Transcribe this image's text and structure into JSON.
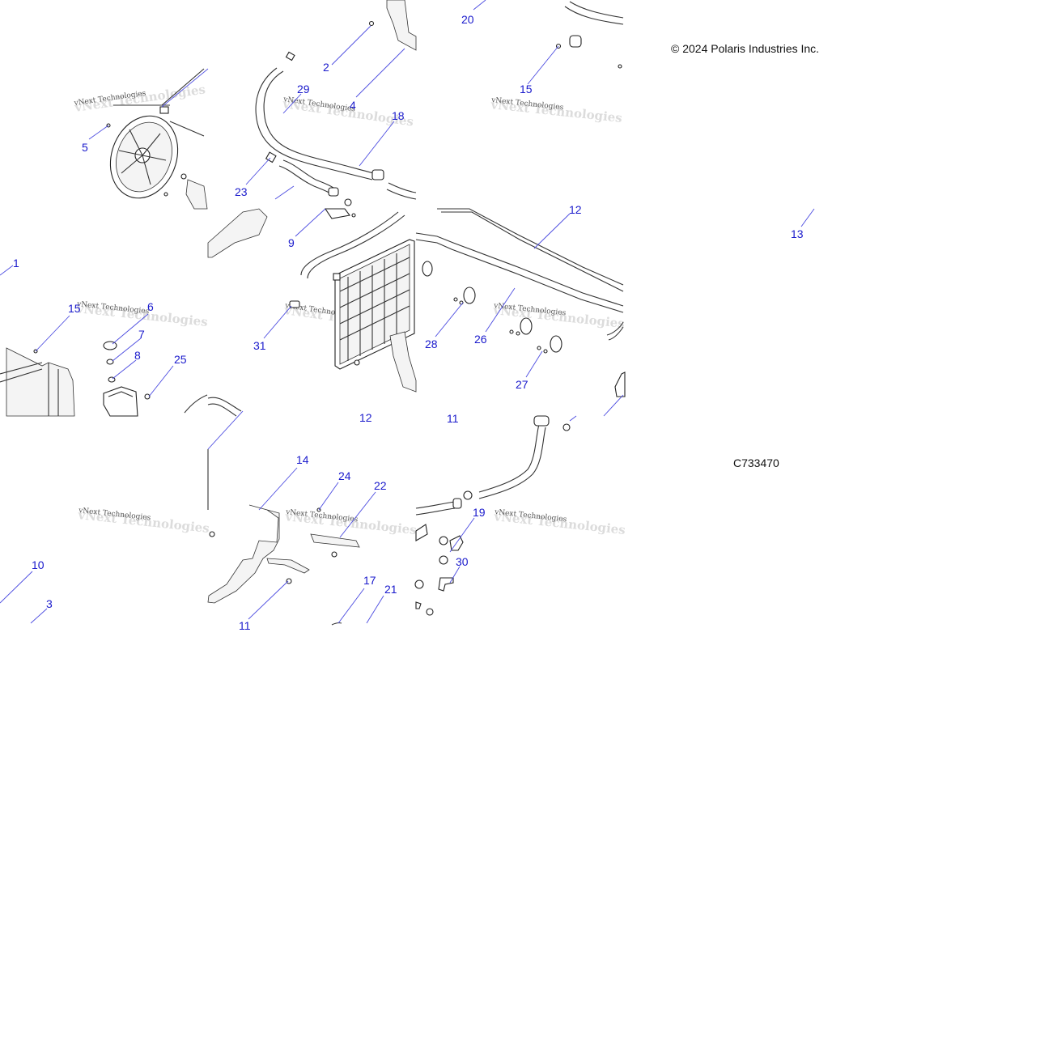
{
  "copyright": "© 2024 Polaris Industries Inc.",
  "diagram_code": "C733470",
  "watermark": "vNext Technologies",
  "callouts": [
    {
      "id": "c1",
      "label": "1"
    },
    {
      "id": "c2",
      "label": "2"
    },
    {
      "id": "c3",
      "label": "3"
    },
    {
      "id": "c4",
      "label": "4"
    },
    {
      "id": "c5",
      "label": "5"
    },
    {
      "id": "c6",
      "label": "6"
    },
    {
      "id": "c7",
      "label": "7"
    },
    {
      "id": "c8",
      "label": "8"
    },
    {
      "id": "c9",
      "label": "9"
    },
    {
      "id": "c10",
      "label": "10"
    },
    {
      "id": "c11a",
      "label": "11"
    },
    {
      "id": "c11b",
      "label": "11"
    },
    {
      "id": "c12a",
      "label": "12"
    },
    {
      "id": "c12b",
      "label": "12"
    },
    {
      "id": "c13",
      "label": "13"
    },
    {
      "id": "c14",
      "label": "14"
    },
    {
      "id": "c15a",
      "label": "15"
    },
    {
      "id": "c15b",
      "label": "15"
    },
    {
      "id": "c17",
      "label": "17"
    },
    {
      "id": "c18",
      "label": "18"
    },
    {
      "id": "c19",
      "label": "19"
    },
    {
      "id": "c20",
      "label": "20"
    },
    {
      "id": "c21",
      "label": "21"
    },
    {
      "id": "c22",
      "label": "22"
    },
    {
      "id": "c23",
      "label": "23"
    },
    {
      "id": "c24",
      "label": "24"
    },
    {
      "id": "c25",
      "label": "25"
    },
    {
      "id": "c26",
      "label": "26"
    },
    {
      "id": "c27",
      "label": "27"
    },
    {
      "id": "c28",
      "label": "28"
    },
    {
      "id": "c29",
      "label": "29"
    },
    {
      "id": "c30",
      "label": "30"
    },
    {
      "id": "c31",
      "label": "31"
    }
  ]
}
